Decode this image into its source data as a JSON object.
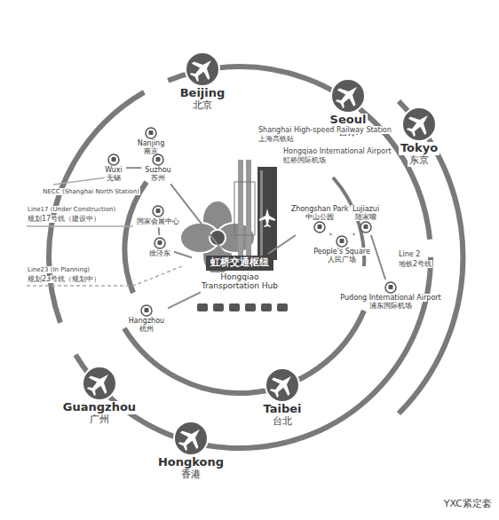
{
  "diagram": {
    "nodes": [
      {
        "text": [
          "Beijing",
          "北京"
        ]
      },
      {
        "text": [
          "Seoul",
          "首尔"
        ]
      },
      {
        "text": [
          "Tokyo",
          "东京"
        ]
      },
      {
        "text": [
          "Nanjing",
          "南京"
        ]
      },
      {
        "text": [
          "Wuxi",
          "无锡"
        ]
      },
      {
        "text": [
          "Suzhou",
          "苏州"
        ]
      },
      {
        "text": [
          "国家会展中心"
        ]
      },
      {
        "text": [
          "徐泾东"
        ]
      },
      {
        "text": [
          "虹桥交通枢纽",
          "Hongqiao Transportation Hub"
        ]
      },
      {
        "text": [
          "Zhongshan Park",
          "中山公园"
        ]
      },
      {
        "text": [
          "Lujiazui",
          "陆家嘴"
        ]
      },
      {
        "text": [
          "People's Square",
          "人民广场"
        ]
      },
      {
        "text": [
          "Pudong International Airport",
          "浦东国际机场"
        ]
      },
      {
        "text": [
          "Hangzhou",
          "杭州"
        ]
      },
      {
        "text": [
          "Guangzhou",
          "广州"
        ]
      },
      {
        "text": [
          "Taibei",
          "台北"
        ]
      },
      {
        "text": [
          "Hongkong",
          "香港"
        ]
      }
    ],
    "edges": [
      {
        "from": 3,
        "to": 5,
        "arrow": "none"
      },
      {
        "from": 4,
        "to": 5,
        "arrow": "none"
      },
      {
        "from": 5,
        "to": 8,
        "arrow": "none"
      },
      {
        "from": 6,
        "to": 7,
        "arrow": "none"
      },
      {
        "from": 7,
        "to": 8,
        "arrow": "none"
      },
      {
        "from": 13,
        "to": 8,
        "arrow": "none"
      },
      {
        "from": 8,
        "to": 9,
        "arrow": "none"
      },
      {
        "from": 9,
        "to": 11,
        "arrow": "none"
      },
      {
        "from": 11,
        "to": 10,
        "arrow": "none"
      },
      {
        "from": 10,
        "to": 12,
        "arrow": "none"
      }
    ],
    "labels": [
      "Shanghai High-speed Railway Station",
      "上海高铁站",
      "Hongqiao International Airport",
      "虹桥国际机场",
      "NECC (Shanghai North Station)",
      "Line17 (Under Construction)",
      "规划17号线（建设中）",
      "Line23 (In Planning)",
      "规划23号线（规划中）",
      "Line 2",
      "地铁2号线",
      "YXC紧定套"
    ]
  }
}
